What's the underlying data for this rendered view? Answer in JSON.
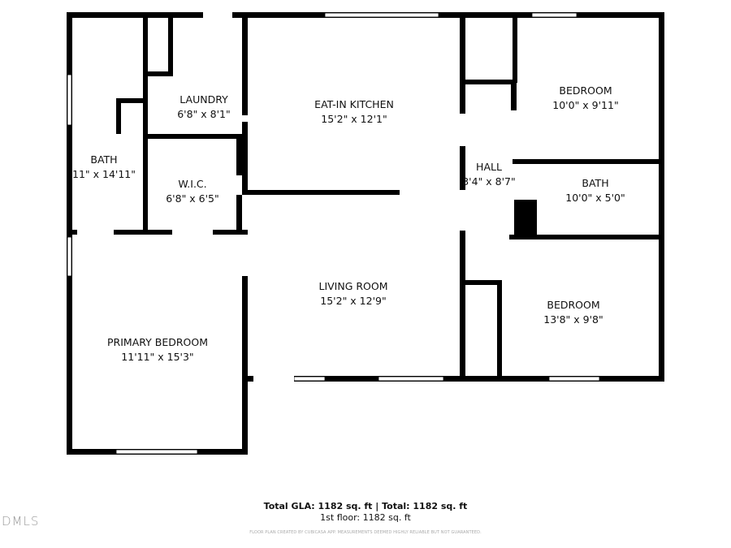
{
  "rooms": [
    {
      "name": "LAUNDRY",
      "size": "6'8\" x 8'1\""
    },
    {
      "name": "EAT-IN KITCHEN",
      "size": "15'2\" x 12'1\""
    },
    {
      "name": "BEDROOM",
      "size": "10'0\" x 9'11\""
    },
    {
      "name": "BATH",
      "size": "11\" x 14'11\""
    },
    {
      "name": "W.I.C.",
      "size": "6'8\" x 6'5\""
    },
    {
      "name": "HALL",
      "size": "3'4\" x 8'7\""
    },
    {
      "name": "BATH",
      "size": "10'0\" x 5'0\""
    },
    {
      "name": "LIVING ROOM",
      "size": "15'2\" x 12'9\""
    },
    {
      "name": "BEDROOM",
      "size": "13'8\" x 9'8\""
    },
    {
      "name": "PRIMARY BEDROOM",
      "size": "11'11\" x 15'3\""
    }
  ],
  "footer": {
    "totals": "Total GLA: 1182 sq. ft | Total: 1182 sq. ft",
    "floor": "1st floor: 1182 sq. ft",
    "disclaimer": "FLOOR PLAN CREATED BY CUBICASA APP. MEASUREMENTS DEEMED HIGHLY RELIABLE BUT NOT GUARANTEED."
  },
  "logo": "DMLS",
  "colors": {
    "wall": "#000000",
    "window": "#ffffff"
  }
}
